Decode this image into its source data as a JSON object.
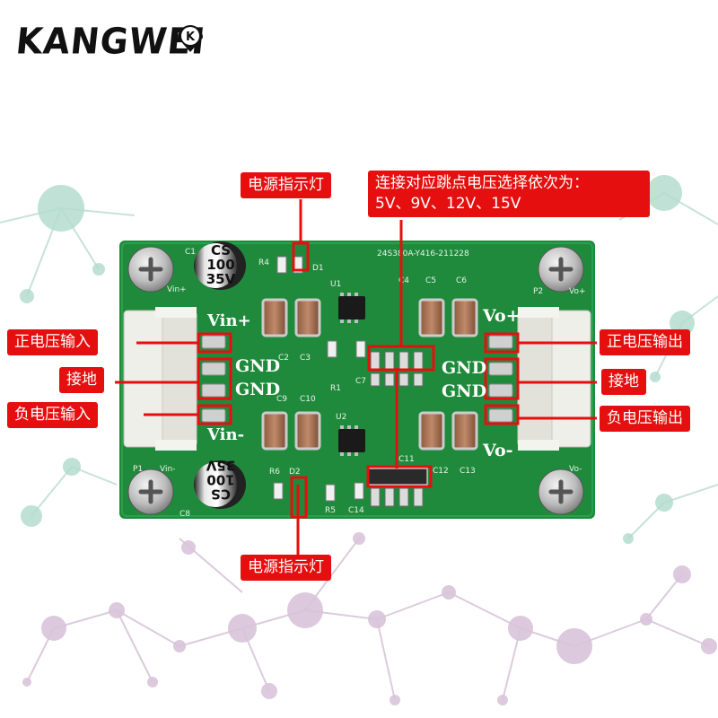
{
  "brand": {
    "name": "KANGWEI",
    "logo_mark": "K"
  },
  "callouts": {
    "led_top": "电源指示灯",
    "led_bottom": "电源指示灯",
    "voltage_select_line1": "连接对应跳点电压选择依次为：",
    "voltage_select_line2": "5V、9V、12V、15V",
    "pos_input": "正电压输入",
    "ground_left": "接地",
    "neg_input": "负电压输入",
    "pos_output": "正电压输出",
    "ground_right": "接地",
    "neg_output": "负电压输出"
  },
  "board": {
    "silk_vin_plus": "Vin+",
    "silk_gnd_1": "GND",
    "silk_gnd_2": "GND",
    "silk_vin_minus": "Vin-",
    "silk_vo_plus": "Vo+",
    "silk_gnd_3": "GND",
    "silk_gnd_4": "GND",
    "silk_vo_minus": "Vo-",
    "pcb_code": "24S380A-Y416-211228",
    "cap_top_l1": "CS",
    "cap_top_l2": "100",
    "cap_top_l3": "35V",
    "cap_bot_l1": "35V",
    "cap_bot_l2": "100",
    "cap_bot_l3": "CS",
    "ref_c1": "C1",
    "ref_r4": "R4",
    "ref_d1": "D1",
    "ref_u1": "U1",
    "ref_c4": "C4",
    "ref_c5": "C5",
    "ref_c6": "C6",
    "ref_p2": "P2",
    "ref_c2": "C2",
    "ref_c3": "C3",
    "ref_r1": "R1",
    "ref_c7": "C7",
    "ref_c9": "C9",
    "ref_c10": "C10",
    "ref_u2": "U2",
    "ref_c11": "C11",
    "ref_c12": "C12",
    "ref_c13": "C13",
    "ref_r6": "R6",
    "ref_d2": "D2",
    "ref_c8": "C8",
    "ref_r5": "R5",
    "ref_c14": "C14",
    "ref_p1": "P1",
    "small_vin_plus": "Vin+",
    "small_vo_plus": "Vo+",
    "small_vin_minus": "Vin-",
    "small_vo_minus": "Vo-"
  },
  "colors": {
    "callout_red": "#e60f0f",
    "pcb_green": "#1f8a3c",
    "network_teal": "#a9d4c8",
    "network_purple": "#d6c3d8"
  }
}
